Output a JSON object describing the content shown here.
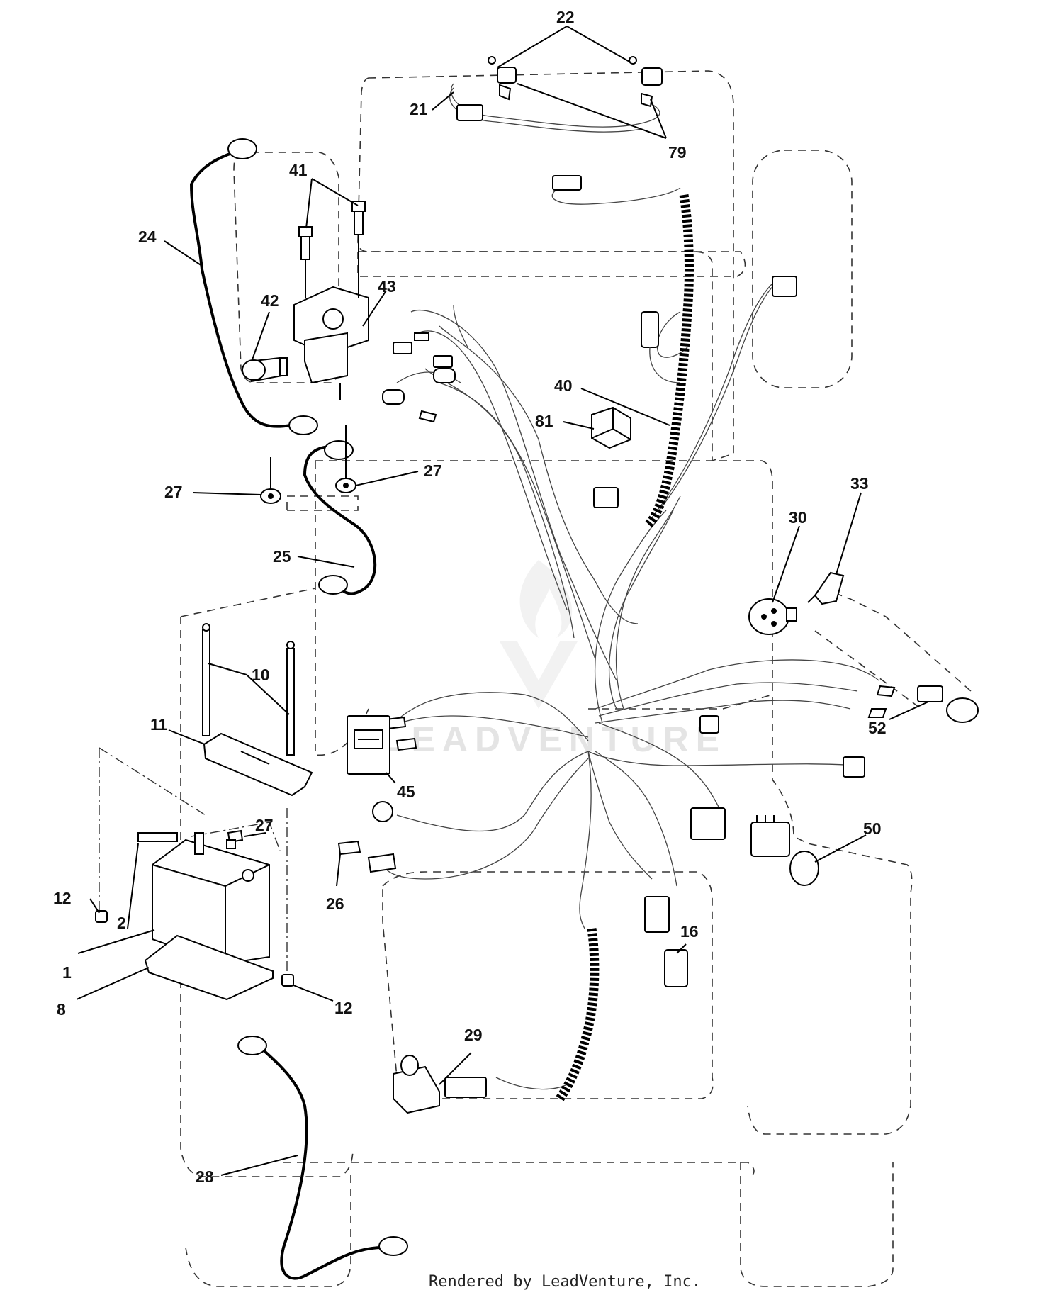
{
  "callouts": [
    "22",
    "21",
    "79",
    "41",
    "24",
    "42",
    "43",
    "40",
    "81",
    "27",
    "27",
    "25",
    "33",
    "30",
    "10",
    "11",
    "52",
    "45",
    "27",
    "50",
    "12",
    "2",
    "26",
    "1",
    "16",
    "8",
    "12",
    "29",
    "28"
  ],
  "footer": "Rendered by LeadVenture, Inc.",
  "watermark": "LEADVENTURE"
}
